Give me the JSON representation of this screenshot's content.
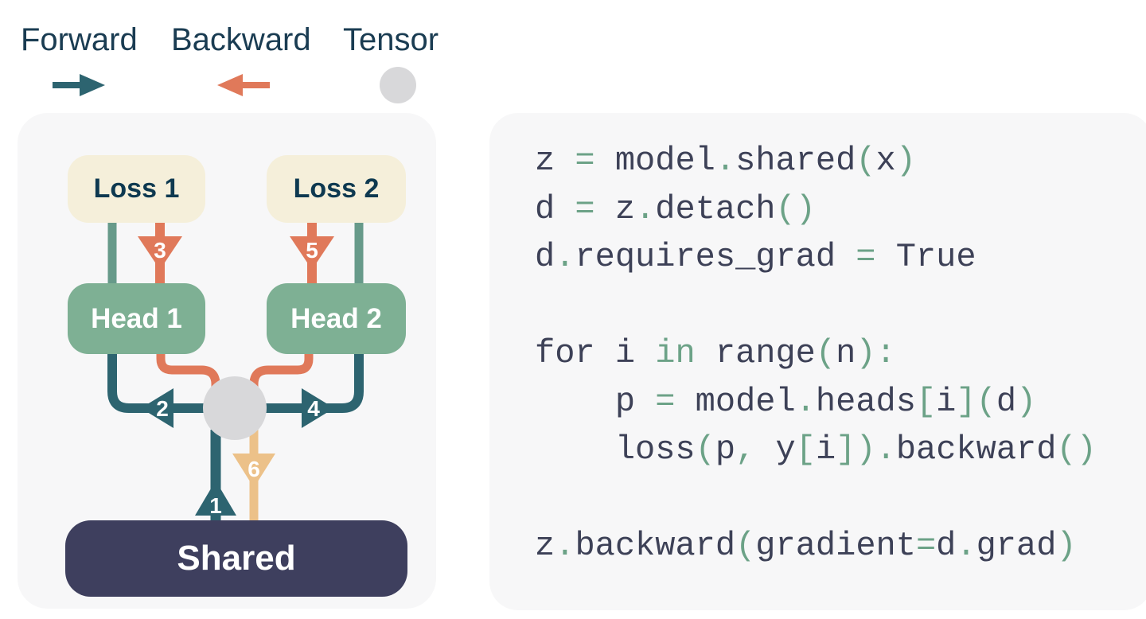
{
  "legend": {
    "forward_label": "Forward",
    "backward_label": "Backward",
    "tensor_label": "Tensor"
  },
  "diagram": {
    "loss1": "Loss 1",
    "loss2": "Loss 2",
    "head1": "Head 1",
    "head2": "Head 2",
    "shared": "Shared",
    "step1": "1",
    "step2": "2",
    "step3": "3",
    "step4": "4",
    "step5": "5",
    "step6": "6"
  },
  "colors": {
    "forward_teal": "#2d6470",
    "forward_teal_light": "#679a8a",
    "backward_salmon": "#e0795a",
    "gradient_tan": "#ecc189",
    "tensor_gray": "#d8d8da",
    "loss_box_bg": "#f5efda",
    "head_box_bg": "#7eb094",
    "shared_box_bg": "#3e3f5e",
    "panel_bg": "#f7f7f8",
    "label_navy": "#1a3c52",
    "code_text": "#3d4157",
    "code_operator": "#6ca287"
  },
  "code": {
    "lines": [
      "z = model.shared(x)",
      "d = z.detach()",
      "d.requires_grad = True",
      "",
      "for i in range(n):",
      "    p = model.heads[i](d)",
      "    loss(p, y[i]).backward()",
      "",
      "z.backward(gradient=d.grad)"
    ]
  }
}
